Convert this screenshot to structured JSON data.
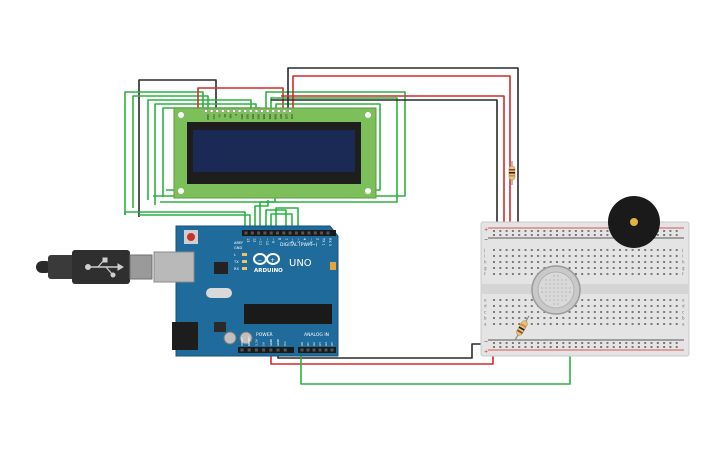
{
  "arduino": {
    "brand": "ARDUINO",
    "model": "UNO",
    "digital_header_label": "DIGITAL (PWM~)",
    "power_label": "POWER",
    "analog_label": "ANALOG IN",
    "aref_label": "AREF",
    "gnd_label": "GND",
    "led_labels": [
      "L",
      "TX",
      "RX"
    ],
    "digital_pin_labels": [
      "13",
      "12",
      "~11",
      "~10",
      "~9",
      "8",
      "7",
      "~6",
      "~5",
      "4",
      "~3",
      "2",
      "TX 1",
      "RX 0"
    ],
    "power_pin_labels": [
      "IOREF",
      "RESET",
      "3.3V",
      "5V",
      "GND",
      "GND",
      "Vin"
    ],
    "analog_pin_labels": [
      "A0",
      "A1",
      "A2",
      "A3",
      "A4",
      "A5"
    ]
  },
  "lcd": {
    "pin_labels": [
      "GND",
      "VCC",
      "V0",
      "RS",
      "RW",
      "E",
      "DB0",
      "DB1",
      "DB2",
      "DB3",
      "DB4",
      "DB5",
      "DB6",
      "DB7",
      "LED",
      "LED"
    ]
  },
  "breadboard": {
    "row_letters_top": [
      "j",
      "i",
      "h",
      "g",
      "f"
    ],
    "row_letters_bottom": [
      "e",
      "d",
      "c",
      "b",
      "a"
    ],
    "rail_plus": "+",
    "rail_minus": "−"
  },
  "colors": {
    "wire_green": "#2bb240",
    "wire_red": "#d42a2a",
    "wire_black": "#2a2a2a",
    "board_blue": "#1f6b9b",
    "lcd_green": "#7dbf5a",
    "lcd_screen": "#1b2a55"
  }
}
